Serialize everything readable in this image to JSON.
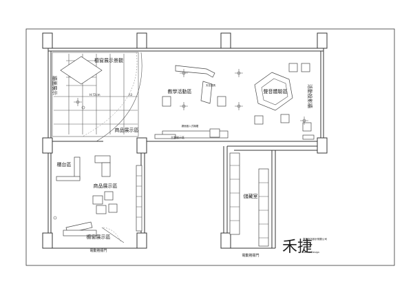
{
  "rooms": {
    "area_showcase": "櫥窗展示景觀",
    "teaching": "教學活動區",
    "sound": "聲音體驗區",
    "video": "活動投影牆",
    "goods_1": "商品展示區",
    "goods_2": "商品展示區",
    "goods_3": "櫥窗展示區",
    "counter": "櫃台區",
    "wall_display": "牆面展示",
    "storage": "儲藏室"
  },
  "notes": {
    "dim_left": "H:72cm",
    "dim_mark": "h3",
    "wall_sign": "主牆展示區",
    "cabinet": "牆面嵌入式機櫃",
    "ceiling": "天花燈具",
    "door_left": "電動捲揚門",
    "door_right": "電動捲揚門"
  },
  "logo": {
    "brand": "禾捷",
    "tagline": "專業室內設計規劃公司",
    "english": "Lohrin Design"
  }
}
